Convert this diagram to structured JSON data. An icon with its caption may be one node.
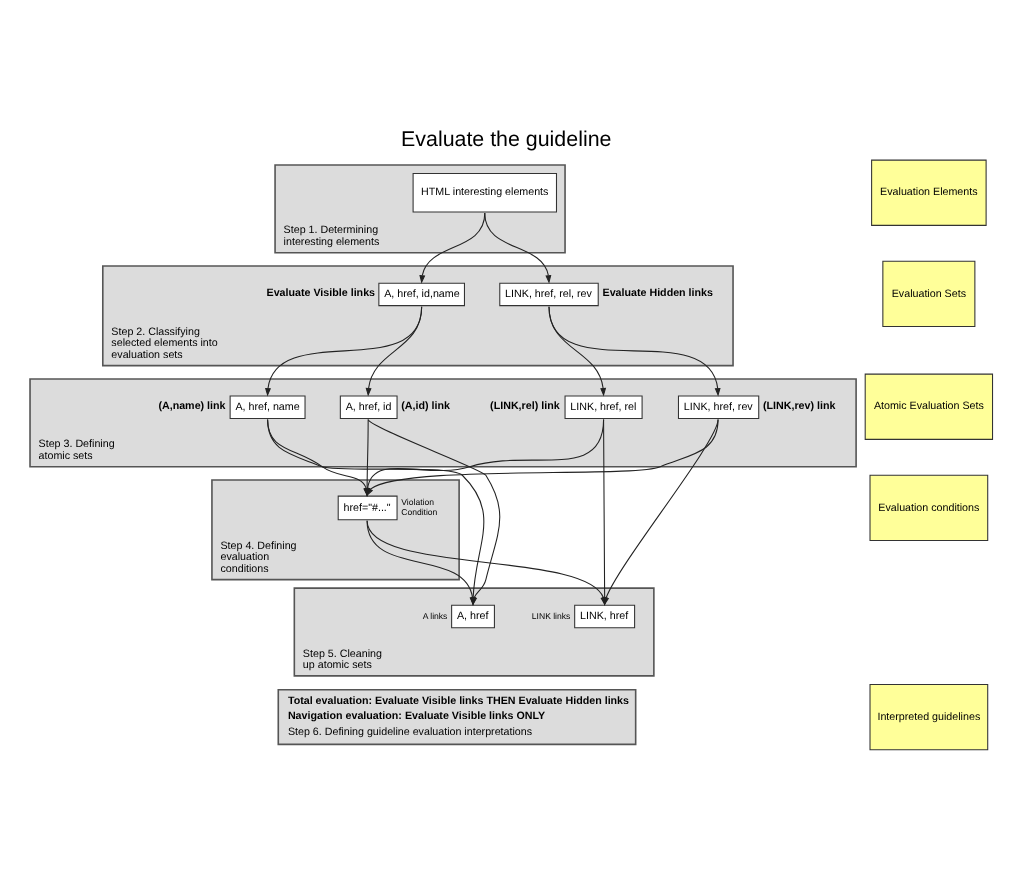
{
  "diagram": {
    "title": "Evaluate the guideline",
    "nodes": [
      {
        "text": [
          "Step 1. Determining interesting elements"
        ]
      },
      {
        "text": [
          "HTML interesting elements"
        ],
        "in": 0
      },
      {
        "text": [
          "Step 2. Classifying selected elements into evaluation sets"
        ]
      },
      {
        "text": [
          "A, href, id,name"
        ],
        "in": 2,
        "beside": [
          "Evaluate Visible links"
        ]
      },
      {
        "text": [
          "LINK, href, rel, rev"
        ],
        "in": 2,
        "beside": [
          "Evaluate Hidden links"
        ]
      },
      {
        "text": [
          "Step 3. Defining atomic sets"
        ]
      },
      {
        "text": [
          "A, href, name"
        ],
        "in": 5,
        "beside": [
          "(A,name) link"
        ]
      },
      {
        "text": [
          "A, href, id"
        ],
        "in": 5,
        "beside": [
          "(A,id) link"
        ]
      },
      {
        "text": [
          "LINK, href, rel"
        ],
        "in": 5,
        "beside": [
          "(LINK,rel) link"
        ]
      },
      {
        "text": [
          "LINK, href, rev"
        ],
        "in": 5,
        "beside": [
          "(LINK,rev) link"
        ]
      },
      {
        "text": [
          "Step 4. Defining evaluation conditions"
        ]
      },
      {
        "text": [
          "href=\"#...\""
        ],
        "in": 10,
        "beside": [
          "Violation Condition"
        ]
      },
      {
        "text": [
          "Step 5. Cleaning up atomic sets"
        ]
      },
      {
        "text": [
          "A, href"
        ],
        "in": 12,
        "beside": [
          "A links"
        ]
      },
      {
        "text": [
          "LINK, href"
        ],
        "in": 12,
        "beside": [
          "LINK links"
        ]
      },
      {
        "text": [
          "Total evaluation: Evaluate Visible links THEN Evaluate Hidden links",
          "Navigation evaluation: Evaluate Visible links ONLY",
          "Step 6. Defining guideline evaluation interpretations"
        ]
      },
      {
        "text": [
          "Evaluation Elements"
        ]
      },
      {
        "text": [
          "Evaluation Sets"
        ]
      },
      {
        "text": [
          "Atomic Evaluation Sets"
        ]
      },
      {
        "text": [
          "Evaluation conditions"
        ]
      },
      {
        "text": [
          "Interpreted guidelines"
        ]
      }
    ],
    "edges": [
      {
        "from": 1,
        "to": 3,
        "arrow": "to"
      },
      {
        "from": 1,
        "to": 4,
        "arrow": "to"
      },
      {
        "from": 3,
        "to": 6,
        "arrow": "to"
      },
      {
        "from": 3,
        "to": 7,
        "arrow": "to"
      },
      {
        "from": 4,
        "to": 8,
        "arrow": "to"
      },
      {
        "from": 4,
        "to": 9,
        "arrow": "to"
      },
      {
        "from": 6,
        "to": 11,
        "arrow": "to"
      },
      {
        "from": 6,
        "to": 13,
        "arrow": "to"
      },
      {
        "from": 7,
        "to": 11,
        "arrow": "to"
      },
      {
        "from": 7,
        "to": 13,
        "arrow": "to"
      },
      {
        "from": 8,
        "to": 11,
        "arrow": "to"
      },
      {
        "from": 8,
        "to": 14,
        "arrow": "to"
      },
      {
        "from": 9,
        "to": 11,
        "arrow": "to"
      },
      {
        "from": 9,
        "to": 14,
        "arrow": "to"
      },
      {
        "from": 11,
        "to": 13,
        "arrow": "to"
      },
      {
        "from": 11,
        "to": 14,
        "arrow": "to"
      }
    ]
  }
}
